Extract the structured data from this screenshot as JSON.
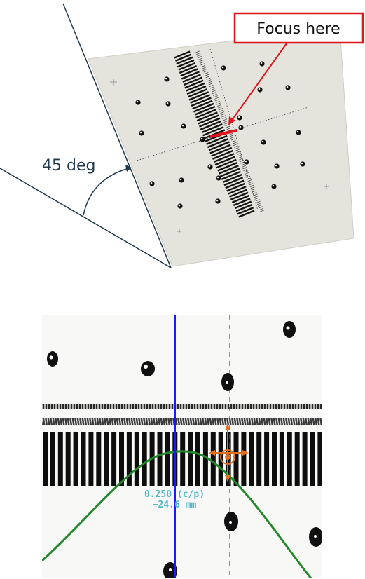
{
  "top_diagram": {
    "angle_label": "45 deg",
    "callout_label": "Focus here",
    "callout_color": "#e0141c",
    "line_color": "#1e3a4c",
    "target_fill": "#e4e3dc"
  },
  "bottom_view": {
    "readout_frequency": "0.250 (c/p)",
    "readout_distance": "−24.6 mm",
    "readout_color": "#4fb8c8",
    "cursor_color": "#1a1aff",
    "curve_color": "#22882a",
    "marker_color": "#e07020"
  }
}
